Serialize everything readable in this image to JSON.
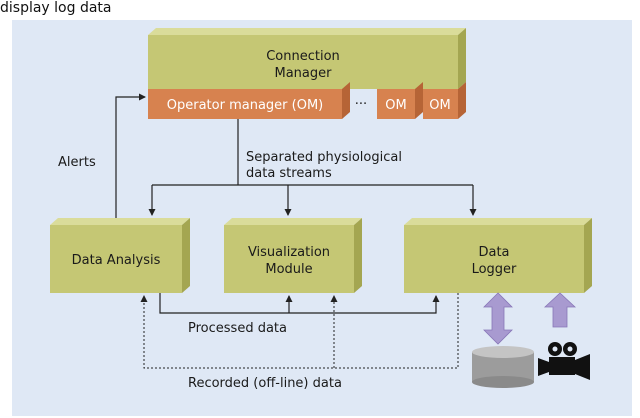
{
  "caption": "display log data",
  "colors": {
    "background_panel": "#dfe8f5",
    "box_face": "#c5c774",
    "box_top": "#dadc9a",
    "box_side": "#a4a651",
    "om_face": "#d7824f",
    "om_side": "#b66436",
    "arrow": "#222222",
    "updown_arrow": "#a89ad0",
    "storage": "#9c9c9c"
  },
  "connection_manager": {
    "line1": "Connection",
    "line2": "Manager"
  },
  "operator_manager": {
    "label": "Operator manager (OM)",
    "ellipsis": "···",
    "om1": "OM",
    "om2": "OM"
  },
  "data_analysis": {
    "label": "Data Analysis"
  },
  "visualization": {
    "line1": "Visualization",
    "line2": "Module"
  },
  "data_logger": {
    "line1": "Data",
    "line2": "Logger"
  },
  "labels": {
    "alerts": "Alerts",
    "streams_line1": "Separated physiological",
    "streams_line2": "data streams",
    "processed": "Processed data",
    "recorded": "Recorded (off-line) data"
  },
  "icons": {
    "storage": "database-icon",
    "camera": "video-camera-icon",
    "updown": "up-down-arrow-icon",
    "up": "up-arrow-icon"
  }
}
